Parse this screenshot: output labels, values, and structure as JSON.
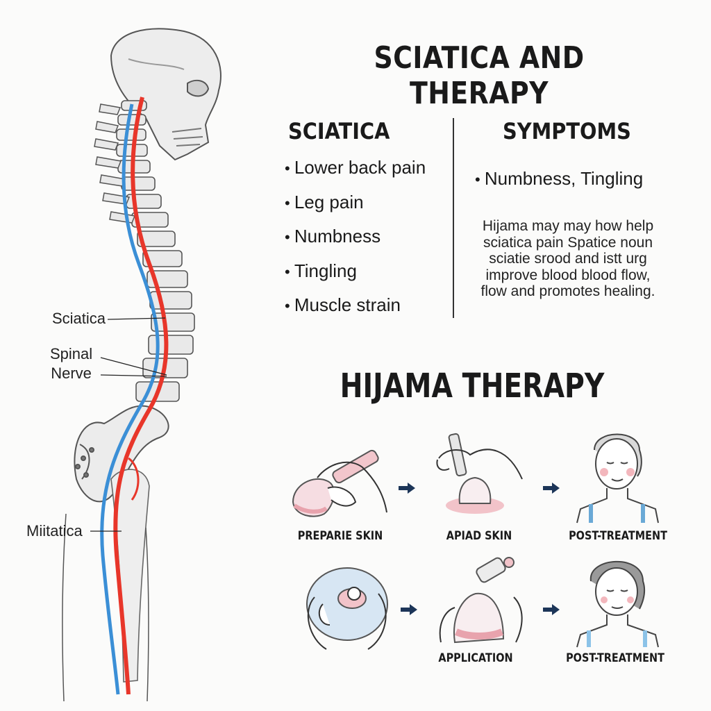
{
  "title": "SCIATICA AND THERAPY",
  "sciatica": {
    "heading": "SCIATICA",
    "items": [
      "Lower back pain",
      "Leg pain",
      "Numbness",
      "Tingling",
      "Muscle strain"
    ]
  },
  "symptoms": {
    "heading": "SYMPTOMS",
    "items": [
      "Numbness, Tingling"
    ],
    "paragraph": [
      "Hijama may may how help",
      "sciatica pain Spatice noun",
      "sciatie srood and istt urg",
      "improve blood blood flow,",
      "flow and promotes healing."
    ]
  },
  "anatomy_labels": {
    "sciatica": "Sciatica",
    "spinal_nerve": "Spinal\nNerve",
    "miitatica": "Miitatica"
  },
  "hijama": {
    "heading": "HIJAMA THERAPY",
    "row1": [
      "PREPARIE SKIN",
      "APIAD SKIN",
      "POST-TREATMENT"
    ],
    "row2": [
      "APPLICATION",
      "POST-TREATMENT"
    ]
  },
  "colors": {
    "nerve_red": "#e8362a",
    "nerve_blue": "#3b8fd6",
    "bone": "#e9e9e9",
    "arrow": "#1c3558",
    "cup_pink": "#e8a3ad"
  },
  "icons": [
    "skeleton-illustration",
    "cupping-hand-icon",
    "cup-on-skin-icon",
    "face-icon",
    "arrow-right-icon"
  ]
}
